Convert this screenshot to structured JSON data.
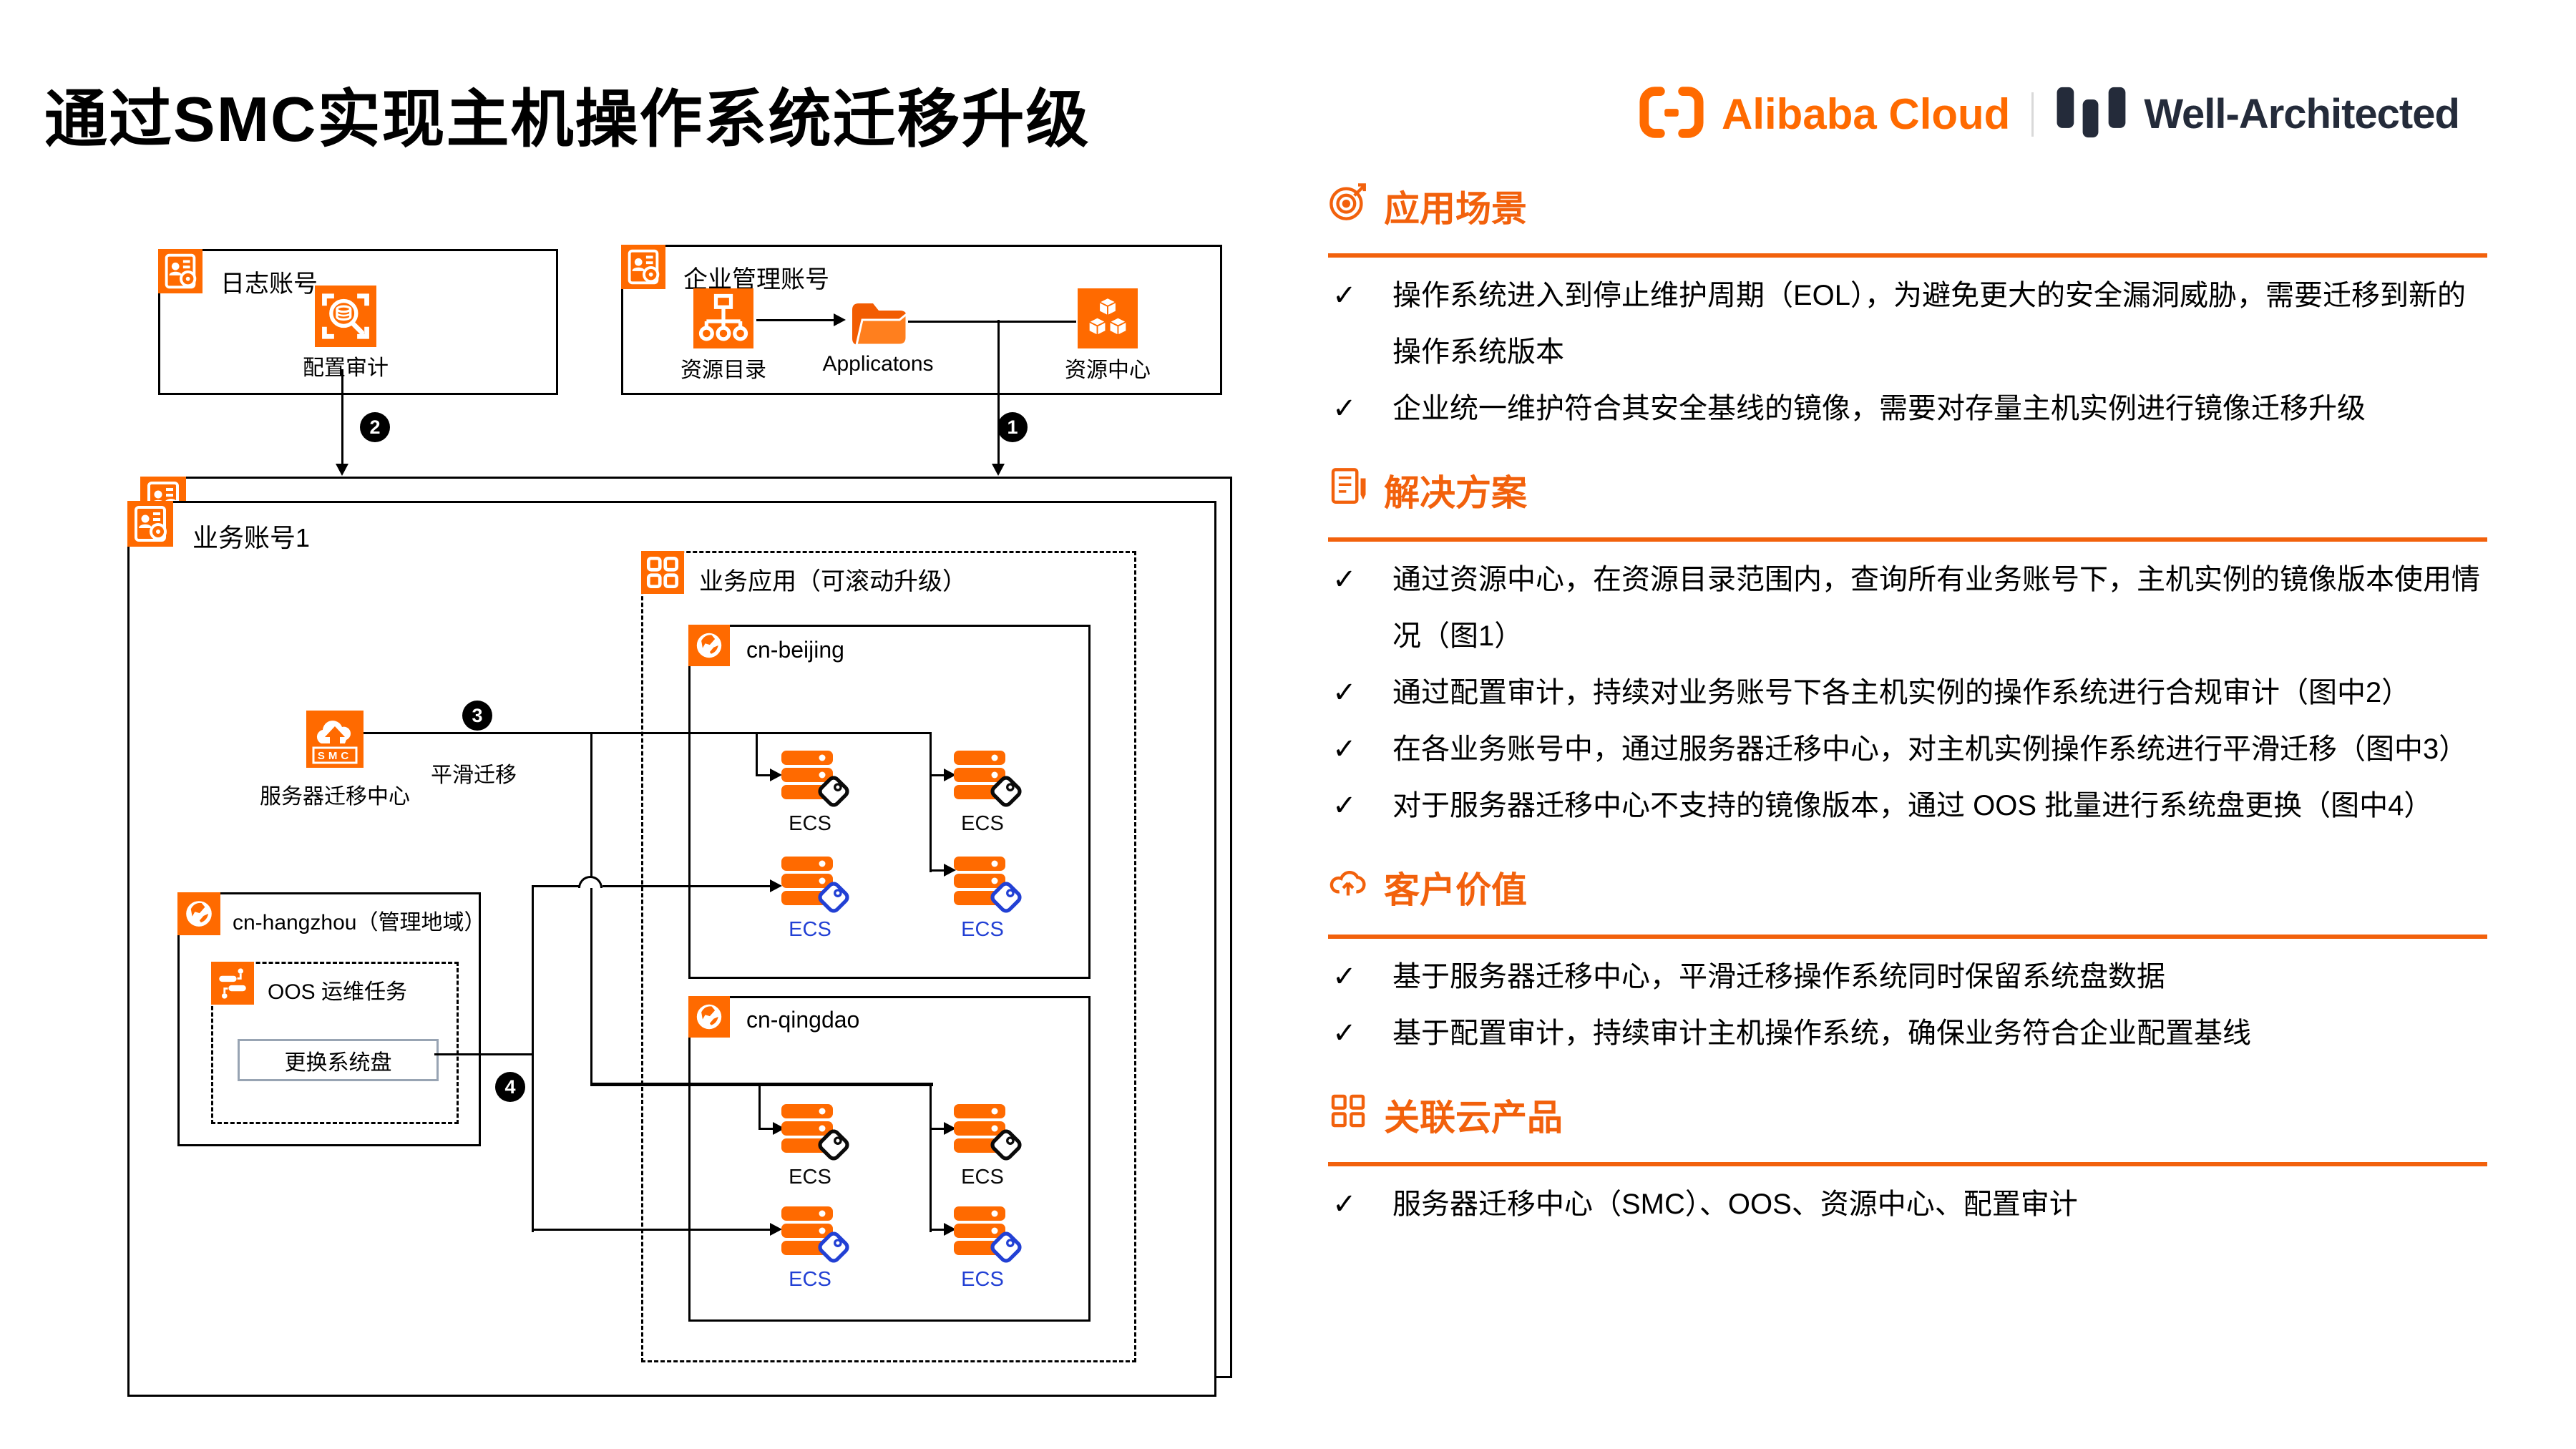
{
  "title": "通过SMC实现主机操作系统迁移升级",
  "brand": {
    "alibaba": "Alibaba Cloud",
    "well": "Well-Architected"
  },
  "colors": {
    "brand_orange": "#FF6A00",
    "header_orange": "#F2610C",
    "tag_blue": "#2240D4",
    "wa_dark": "#242B3A",
    "disk_border": "#98A4B3",
    "step_black": "#000000"
  },
  "panel": {
    "check": "✓",
    "sections": [
      {
        "icon": "target-icon",
        "title": "应用场景",
        "bullets": [
          "操作系统进入到停止维护周期（EOL），为避免更大的安全漏洞威胁，需要迁移到新的操作系统版本",
          "企业统一维护符合其安全基线的镜像，需要对存量主机实例进行镜像迁移升级"
        ]
      },
      {
        "icon": "solution-icon",
        "title": "解决方案",
        "bullets": [
          "通过资源中心，在资源目录范围内，查询所有业务账号下，主机实例的镜像版本使用情况（图1）",
          "通过配置审计，持续对业务账号下各主机实例的操作系统进行合规审计（图中2）",
          "在各业务账号中，通过服务器迁移中心，对主机实例操作系统进行平滑迁移（图中3）",
          "对于服务器迁移中心不支持的镜像版本，通过 OOS 批量进行系统盘更换（图中4）"
        ]
      },
      {
        "icon": "value-icon",
        "title": "客户价值",
        "bullets": [
          "基于服务器迁移中心，平滑迁移操作系统同时保留系统盘数据",
          "基于配置审计，持续审计主机操作系统，确保业务符合企业配置基线"
        ]
      },
      {
        "icon": "products-icon",
        "title": "关联云产品",
        "bullets": [
          "服务器迁移中心（SMC）、OOS、资源中心、配置审计"
        ]
      }
    ]
  },
  "diagram": {
    "log_account": {
      "label": "日志账号",
      "service": "配置审计"
    },
    "mgmt_account": {
      "label": "企业管理账号",
      "catalog": "资源目录",
      "apps": "Applicatons",
      "center": "资源中心"
    },
    "biz_account": {
      "label": "业务账号1"
    },
    "app_group": {
      "label": "业务应用（可滚动升级）"
    },
    "beijing": {
      "label": "cn-beijing"
    },
    "qingdao": {
      "label": "cn-qingdao"
    },
    "hangzhou": {
      "label": "cn-hangzhou（管理地域）"
    },
    "oos": {
      "label": "OOS 运维任务",
      "task": "更换系统盘"
    },
    "smc": {
      "label": "服务器迁移中心",
      "badge": "SMC",
      "flow": "平滑迁移"
    },
    "ecs": "ECS",
    "steps": {
      "s1": "1",
      "s2": "2",
      "s3": "3",
      "s4": "4"
    }
  }
}
